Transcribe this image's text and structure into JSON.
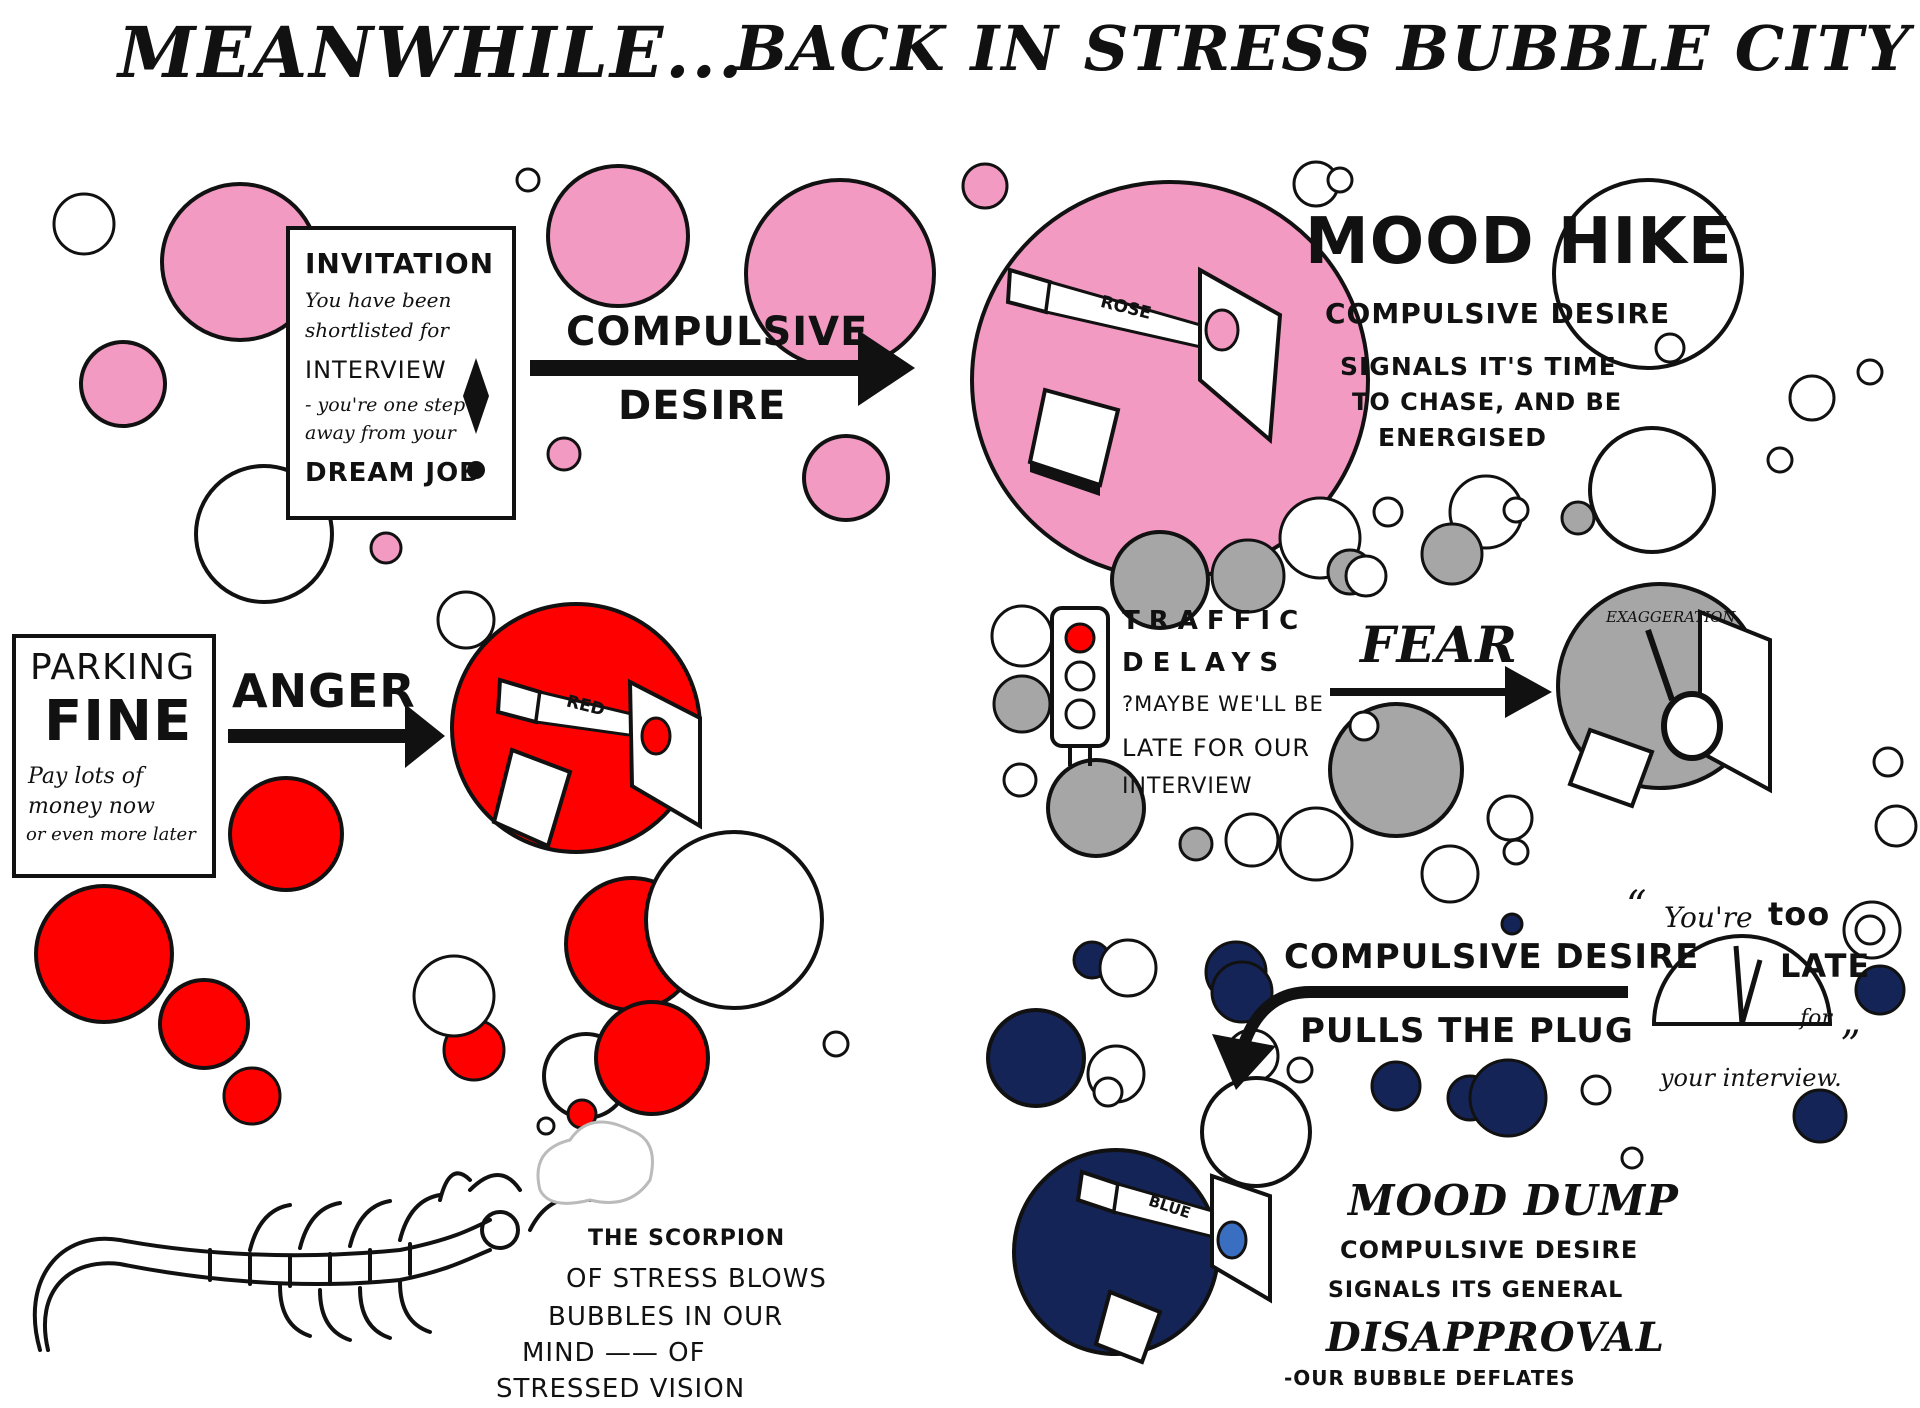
{
  "title": {
    "left": "MEANWHILE...",
    "right": "BACK IN STRESS BUBBLE CITY"
  },
  "colors": {
    "pink": "#f29ac2",
    "red": "#ff0000",
    "grey": "#a6a6a6",
    "navy": "#142456",
    "ink": "#111111",
    "white": "#ffffff"
  },
  "invitation": {
    "heading": "INVITATION",
    "lines": [
      "You have been",
      "shortlisted for",
      "INTERVIEW",
      "- you're one step",
      "away from your",
      "DREAM JOB"
    ],
    "mark": "!"
  },
  "arrow_compulsive": {
    "line1": "COMPULSIVE",
    "line2": "DESIRE"
  },
  "rose_panel": {
    "lens_label": "ROSE"
  },
  "mood_hike": {
    "title": "MOOD HIKE",
    "subtitle": "COMPULSIVE DESIRE",
    "lines": [
      "SIGNALS IT'S TIME",
      "TO CHASE, AND BE",
      "ENERGISED"
    ]
  },
  "parking": {
    "line1": "PARKING",
    "line2": "FINE",
    "note": [
      "Pay lots of",
      "money now",
      "or even more later"
    ]
  },
  "anger": {
    "label": "ANGER",
    "lens_label": "RED"
  },
  "traffic": {
    "line1": "TRAFFIC",
    "line2": "DELAYS",
    "line3": "?MAYBE WE'LL BE",
    "line4": "LATE FOR OUR",
    "line5": "INTERVIEW"
  },
  "fear": {
    "label": "FEAR",
    "lens_label": "EXAGGERATION"
  },
  "plug": {
    "line1": "COMPULSIVE DESIRE",
    "line2": "PULLS THE PLUG"
  },
  "clock_quote": {
    "open": "“",
    "line1a": "You're",
    "line1b": "too",
    "line2": "LATE",
    "line3": "for",
    "line4": "your interview.",
    "close": "”"
  },
  "blue_panel": {
    "lens_label": "BLUE"
  },
  "mood_dump": {
    "title": "MOOD DUMP",
    "subtitle": "COMPULSIVE DESIRE",
    "lines": [
      "SIGNALS ITS GENERAL",
      "DISAPPROVAL",
      "-OUR BUBBLE DEFLATES"
    ]
  },
  "scorpion": {
    "lines": [
      "THE SCORPION",
      "OF STRESS BLOWS",
      "BUBBLES IN OUR",
      "MIND —— OF",
      "STRESSED VISION"
    ]
  }
}
